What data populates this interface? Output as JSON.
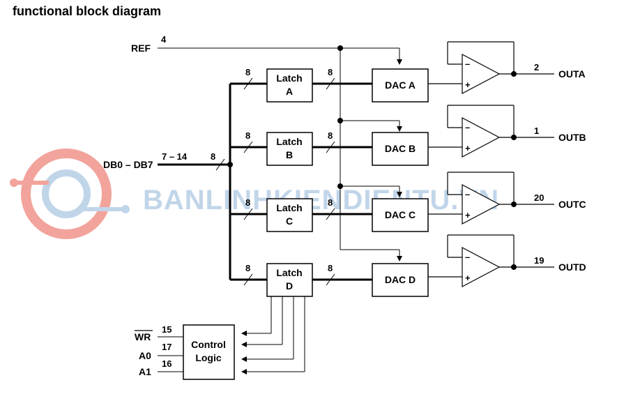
{
  "title": "functional block diagram",
  "watermark": "BANLINHKIENDIENTU.VN",
  "inputs": {
    "ref": {
      "label": "REF",
      "pin": "4"
    },
    "data_bus": {
      "label": "DB0 – DB7",
      "pins": "7 – 14",
      "width": "8"
    },
    "wr": {
      "label": "WR",
      "pin": "15"
    },
    "a0": {
      "label": "A0",
      "pin": "17"
    },
    "a1": {
      "label": "A1",
      "pin": "16"
    }
  },
  "blocks": {
    "control": {
      "line1": "Control",
      "line2": "Logic"
    },
    "latches": [
      {
        "line1": "Latch",
        "line2": "A"
      },
      {
        "line1": "Latch",
        "line2": "B"
      },
      {
        "line1": "Latch",
        "line2": "C"
      },
      {
        "line1": "Latch",
        "line2": "D"
      }
    ],
    "dacs": [
      "DAC A",
      "DAC B",
      "DAC C",
      "DAC D"
    ]
  },
  "bus_width": "8",
  "outputs": [
    {
      "label": "OUTA",
      "pin": "2"
    },
    {
      "label": "OUTB",
      "pin": "1"
    },
    {
      "label": "OUTC",
      "pin": "20"
    },
    {
      "label": "OUTD",
      "pin": "19"
    }
  ],
  "opamp_signs": {
    "inverting": "–",
    "noninverting": "+"
  },
  "colors": {
    "line": "#000000",
    "watermark": "#8fb3d8",
    "logo": "#e8584a"
  }
}
